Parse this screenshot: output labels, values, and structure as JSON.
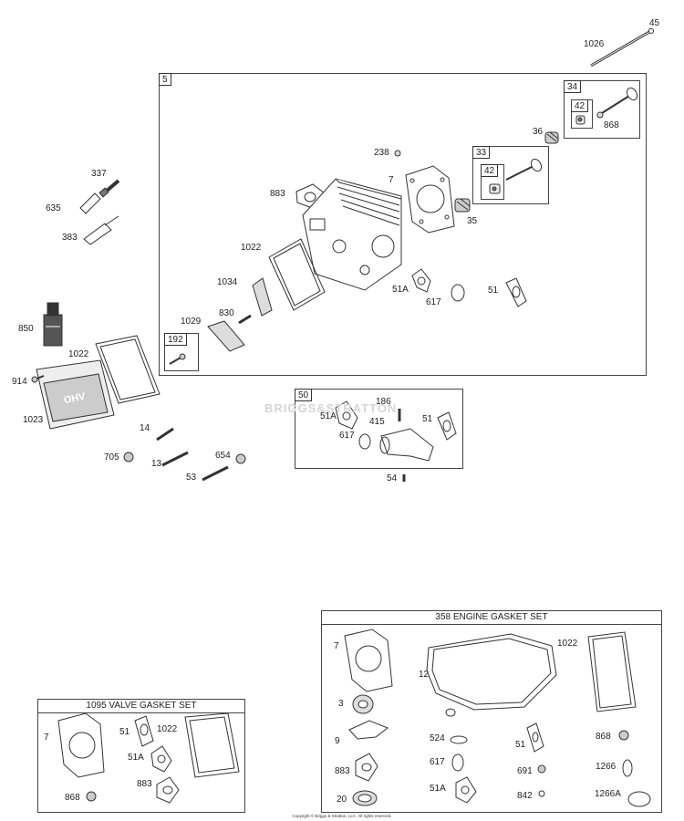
{
  "boxes": {
    "main": "5",
    "sub34": "34",
    "sub42a": "42",
    "sub33": "33",
    "sub42b": "42",
    "sub192": "192",
    "sub50": "50"
  },
  "kits": {
    "engine_gasket_set": "358 ENGINE GASKET SET",
    "valve_gasket_set": "1095 VALVE GASKET SET"
  },
  "labels": {
    "p45": "45",
    "p1026": "1026",
    "p868a": "868",
    "p36": "36",
    "p238": "238",
    "p7a": "7",
    "p883a": "883",
    "p35": "35",
    "p337": "337",
    "p635": "635",
    "p383": "383",
    "p1022a": "1022",
    "p1034": "1034",
    "p51Aa": "51A",
    "p617a": "617",
    "p51a": "51",
    "p830": "830",
    "p1029": "1029",
    "p850": "850",
    "p1022b": "1022",
    "p914": "914",
    "p1023": "1023",
    "p14": "14",
    "p705": "705",
    "p13": "13",
    "p654": "654",
    "p53": "53",
    "p186": "186",
    "p51Ab": "51A",
    "p415": "415",
    "p51b": "51",
    "p617b": "617",
    "p54": "54",
    "g7": "7",
    "g1022": "1022",
    "g12": "12",
    "g3": "3",
    "g9": "9",
    "g524": "524",
    "g51": "51",
    "g868": "868",
    "g883": "883",
    "g617": "617",
    "g691": "691",
    "g1266": "1266",
    "g20": "20",
    "g51A": "51A",
    "g842": "842",
    "g1266A": "1266A",
    "v7": "7",
    "v51": "51",
    "v1022": "1022",
    "v51A": "51A",
    "v883": "883",
    "v868": "868"
  },
  "copyright": "Copyright © Briggs & Stratton, LLC. All rights reserved.",
  "watermark": "BRIGGS&STRATTON",
  "cover_text": "OHV"
}
